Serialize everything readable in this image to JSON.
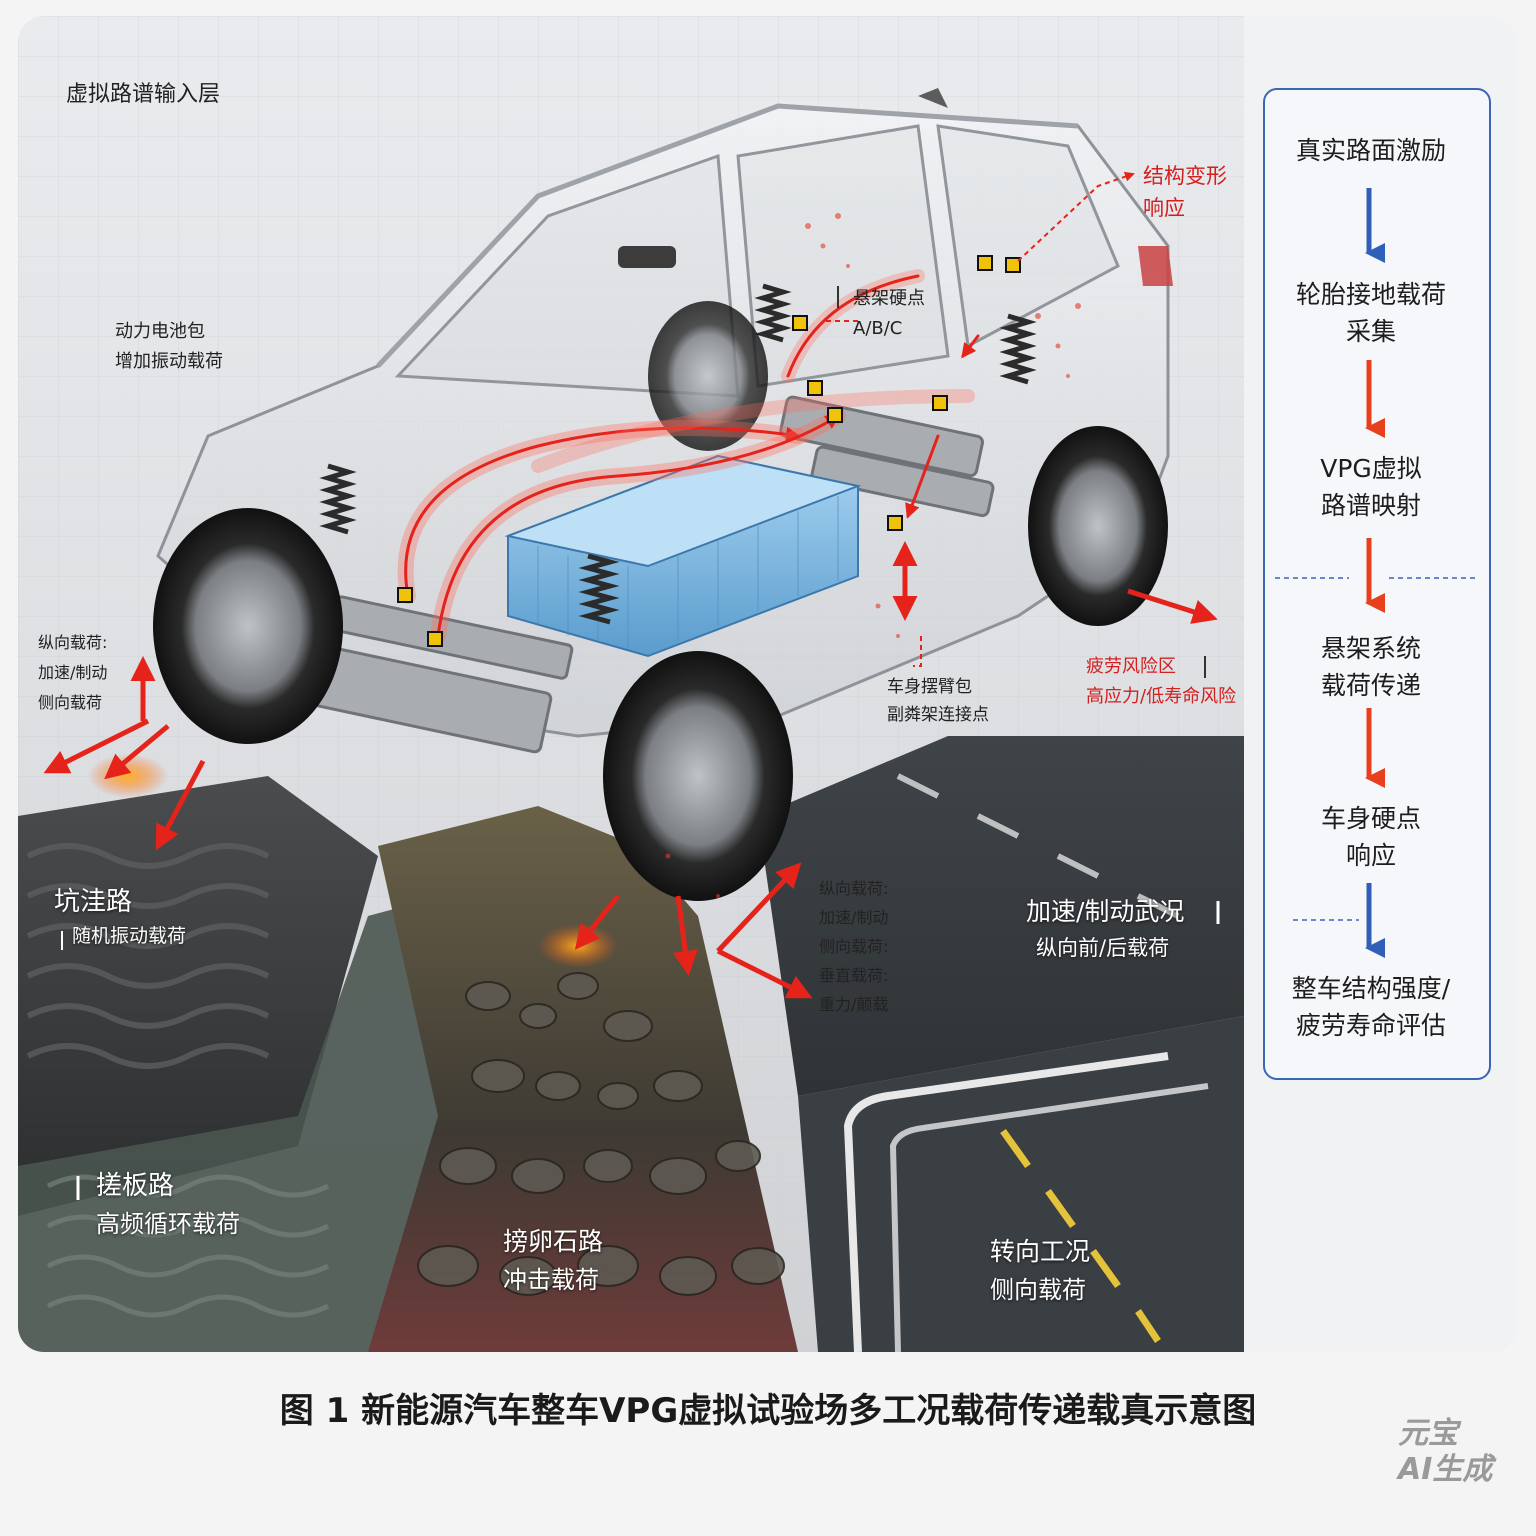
{
  "layer_label": "虚拟路谱输入层",
  "annotations": {
    "battery_line1": "动力电池包",
    "battery_line2": "增加振动载荷",
    "hardpoint_line1": "悬架硬点",
    "hardpoint_line2": "A/B/C",
    "deform_line1": "结构变形",
    "deform_line2": "响应",
    "body_line1": "车身摆臂包",
    "body_line2": "副粦架连接点",
    "fatigue_line1": "疲劳风险区",
    "fatigue_line2": "高应力/低寿命风险",
    "left_load_line1": "纵向载荷:",
    "left_load_line2": "加速/制动",
    "left_load_line3": "侧向载荷",
    "right_load_line1": "纵向载荷:",
    "right_load_line2": "加速/制动",
    "right_load_line3": "侧向载荷:",
    "right_load_line4": "垂直载荷:",
    "right_load_line5": "重力/颠载"
  },
  "road_zones": [
    {
      "title": "坑洼路",
      "subtitle": "随机振动载荷"
    },
    {
      "title": "搓板路",
      "subtitle": "高频循环载荷"
    },
    {
      "title": "搒卵石路",
      "subtitle": "冲击载荷"
    },
    {
      "title": "加速/制动武况",
      "subtitle": "纵向前/后载荷"
    },
    {
      "title": "转向工况",
      "subtitle": "侧向载荷"
    }
  ],
  "flow_steps": [
    {
      "line1": "真实路面激励",
      "line2": ""
    },
    {
      "line1": "轮胎接地载荷",
      "line2": "采集"
    },
    {
      "line1": "VPG虚拟",
      "line2": "路谱映射"
    },
    {
      "line1": "悬架系统",
      "line2": "载荷传递"
    },
    {
      "line1": "车身硬点",
      "line2": "响应"
    },
    {
      "line1": "整车结构强度/",
      "line2": "疲劳寿命评估"
    }
  ],
  "caption": "图 1   新能源汽车整车VPG虚拟试验场多工况载荷传递载真示意图",
  "watermark_line1": "元宝",
  "watermark_line2": "AI生成",
  "colors": {
    "accent_red": "#d41f1f",
    "arrow_red": "#e8401c",
    "arrow_blue": "#2f5fb8",
    "battery_blue": "#7fb8e3",
    "frame_border": "#3a66b8",
    "sensor_yellow": "#f0c20a"
  },
  "icons": [
    "load-arrow-icon",
    "flow-arrow-icon",
    "sensor-marker-icon",
    "glow-path-icon"
  ]
}
